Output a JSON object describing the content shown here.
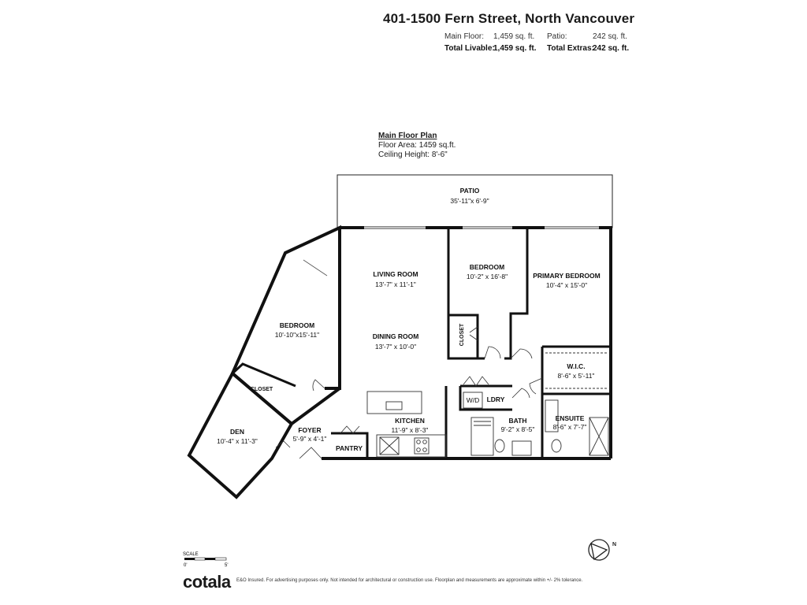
{
  "header": {
    "address": "401-1500 Fern Street, North Vancouver",
    "main_floor_label": "Main Floor:",
    "main_floor_value": "1,459 sq. ft.",
    "patio_label": "Patio:",
    "patio_value": "242 sq. ft.",
    "total_livable_label": "Total Livable:",
    "total_livable_value": "1,459 sq. ft.",
    "total_extras_label": "Total Extras:",
    "total_extras_value": "242 sq. ft."
  },
  "plan": {
    "heading": "Main Floor Plan",
    "floor_area": "Floor Area: 1459 sq.ft.",
    "ceiling_height": "Ceiling Height: 8'-6\""
  },
  "rooms": {
    "patio": {
      "name": "PATIO",
      "dims": "35'-11\"x 6'-9\""
    },
    "living": {
      "name": "LIVING ROOM",
      "dims": "13'-7\" x 11'-1\""
    },
    "dining": {
      "name": "DINING ROOM",
      "dims": "13'-7\" x 10'-0\""
    },
    "bedroom_mid": {
      "name": "BEDROOM",
      "dims": "10'-2\" x 16'-8\""
    },
    "primary": {
      "name": "PRIMARY BEDROOM",
      "dims": "10'-4\" x 15'-0\""
    },
    "bedroom_left": {
      "name": "BEDROOM",
      "dims": "10'-10\"x15'-11\""
    },
    "closet_left": {
      "name": "CLOSET"
    },
    "closet_mid": {
      "name": "CLOSET"
    },
    "wic": {
      "name": "W.I.C.",
      "dims": "8'-6\" x 5'-11\""
    },
    "den": {
      "name": "DEN",
      "dims": "10'-4\" x 11'-3\""
    },
    "foyer": {
      "name": "FOYER",
      "dims": "5'-9\" x 4'-1\""
    },
    "pantry": {
      "name": "PANTRY"
    },
    "kitchen": {
      "name": "KITCHEN",
      "dims": "11'-9\" x 8'-3\""
    },
    "wd": {
      "name": "W/D"
    },
    "ldry": {
      "name": "LDRY"
    },
    "bath": {
      "name": "BATH",
      "dims": "9'-2\" x 8'-5\""
    },
    "ensuite": {
      "name": "ENSUITE",
      "dims": "8'-6\" x 7'-7\""
    }
  },
  "scale": {
    "label": "SCALE",
    "min": "0'",
    "max": "5'"
  },
  "footer": {
    "brand": "cotala",
    "disclaimer": "E&O Insured. For advertising purposes only. Not intended for architectural or construction use. Floorplan and measurements are approximate within +/- 2% tolerance."
  },
  "compass": {
    "icon": "north-arrow-icon",
    "letter": "N"
  }
}
